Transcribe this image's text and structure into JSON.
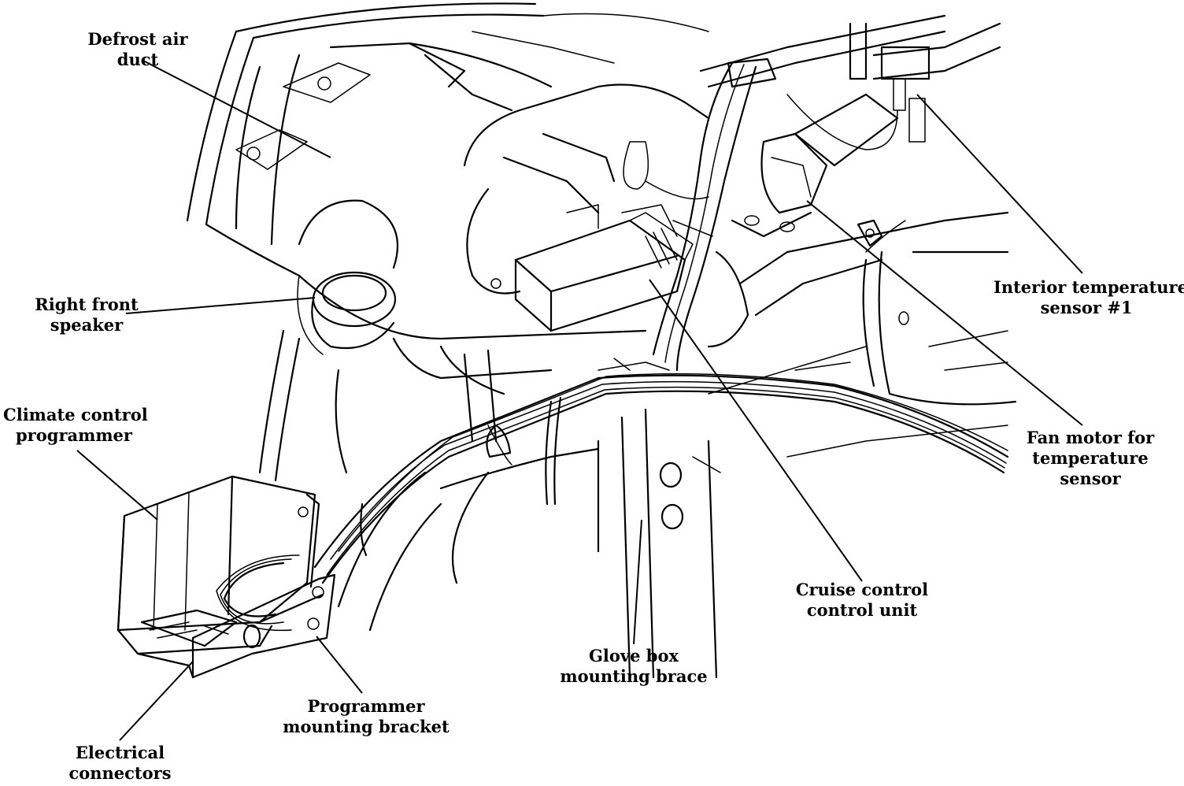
{
  "labels": {
    "defrost_air_duct": [
      "Defrost air",
      "duct"
    ],
    "right_front_speaker": [
      "Right front",
      "speaker"
    ],
    "climate_control_programmer": [
      "Climate control",
      "programmer"
    ],
    "electrical_connectors": [
      "Electrical",
      "connectors"
    ],
    "programmer_mounting_bracket": [
      "Programmer",
      "mounting bracket"
    ],
    "glove_box_mounting_brace": [
      "Glove box",
      "mounting brace"
    ],
    "cruise_control_control_unit": [
      "Cruise control",
      "control unit"
    ],
    "fan_motor_for_temperature_sensor": [
      "Fan motor for",
      "temperature",
      "sensor"
    ],
    "interior_temperature_sensor_1": [
      "Interior temperature",
      "sensor #1"
    ]
  },
  "colors": {
    "ink": "#000000",
    "paper": "#ffffff"
  }
}
